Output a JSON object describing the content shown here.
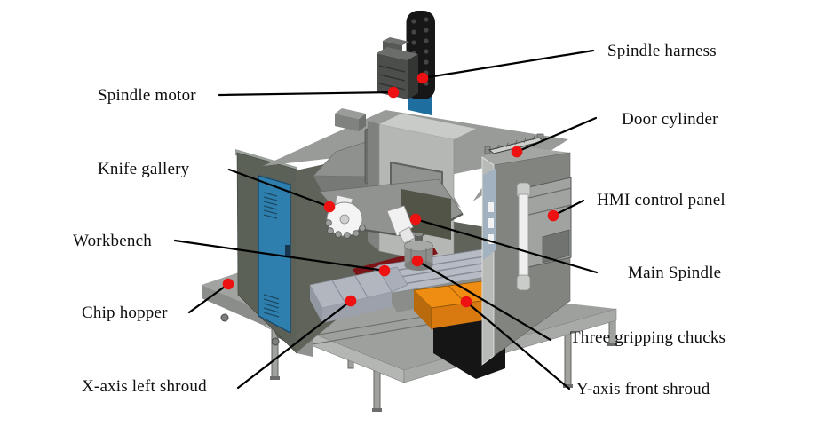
{
  "figure": {
    "type": "annotated-diagram",
    "subject": "CNC vertical machining center with part callouts",
    "background_color": "#ffffff",
    "annotation": {
      "dot_color": "#ee1111",
      "line_color": "#000000"
    },
    "colors": {
      "machine_body_gray": "#9a9d9a",
      "side_panel_olive": "#5c6157",
      "door_blue": "#2f7fae",
      "shroud_orange": "#ef8d13",
      "harness_black": "#171717",
      "table_gray_blue": "#b6bbc4",
      "way_cover_red": "#7c1417"
    },
    "labels": [
      {
        "id": "spindle-motor",
        "text": "Spindle motor"
      },
      {
        "id": "knife-gallery",
        "text": "Knife gallery"
      },
      {
        "id": "workbench",
        "text": "Workbench"
      },
      {
        "id": "chip-hopper",
        "text": "Chip hopper"
      },
      {
        "id": "x-axis-left-shroud",
        "text": "X-axis left shroud"
      },
      {
        "id": "spindle-harness",
        "text": "Spindle harness"
      },
      {
        "id": "door-cylinder",
        "text": "Door cylinder"
      },
      {
        "id": "hmi-control-panel",
        "text": "HMI control panel"
      },
      {
        "id": "main-spindle",
        "text": "Main Spindle"
      },
      {
        "id": "three-gripping-chucks",
        "text": "Three gripping chucks"
      },
      {
        "id": "y-axis-front-shroud",
        "text": "Y-axis front shroud"
      }
    ]
  }
}
